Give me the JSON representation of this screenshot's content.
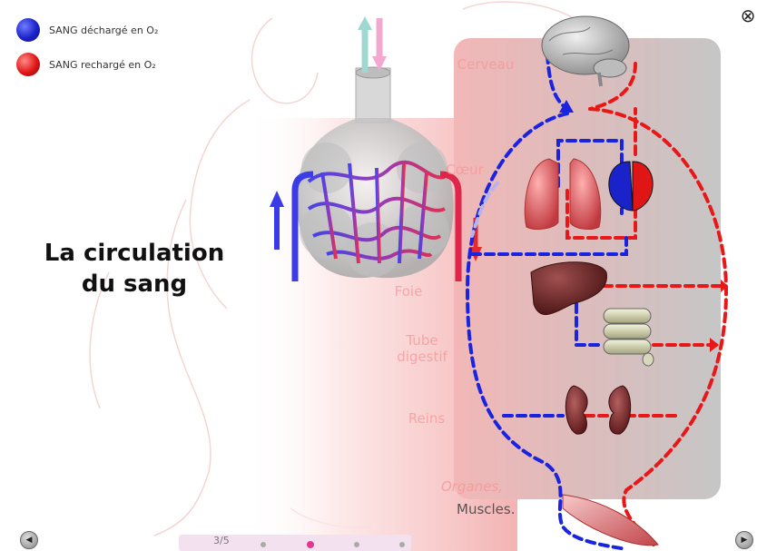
{
  "legend": {
    "discharged": "SANG déchargé en O₂",
    "recharged": "SANG rechargé en O₂"
  },
  "title": {
    "line1": "La circulation",
    "line2": "du sang"
  },
  "organ_labels": {
    "cerveau": "Cerveau",
    "coeur": "Cœur",
    "foie": "Foie",
    "tube_line1": "Tube",
    "tube_line2": "digestif",
    "reins": "Reins",
    "organes": "Organes,",
    "muscles": "Muscles."
  },
  "controls": {
    "close_icon": "⊗",
    "prev_icon": "◀",
    "next_icon": "▶",
    "pager_text": "3/5"
  },
  "colors": {
    "blue_blood": "#1a23e0",
    "red_blood": "#e81818",
    "panel": "#c9c9c9"
  }
}
